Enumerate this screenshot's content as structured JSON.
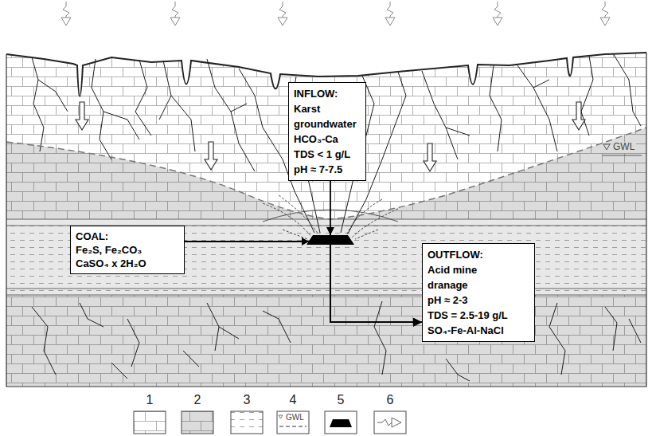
{
  "diagram": {
    "nodes": [
      {
        "text": [
          "INFLOW:",
          "Karst groundwater",
          "HCO₃-Ca",
          "TDS < 1 g/L",
          "pH ≈ 7-7.5"
        ]
      },
      {
        "text": [
          "COAL:",
          "Fe₂S, Fe₂CO₃",
          "CaSO₄ x 2H₂O"
        ]
      },
      {
        "text": [
          "OUTFLOW:",
          "Acid mine dranage",
          "pH ≈ 2-3",
          "TDS = 2.5-19 g/L",
          "SO₄-Fe-Al-NaCl"
        ]
      }
    ],
    "edges": [
      {
        "from": 0,
        "to": 2,
        "arrow": "to"
      },
      {
        "from": 1,
        "to": 2,
        "arrow": "to"
      }
    ],
    "labels": [
      "GWL",
      "GWL"
    ],
    "legend": [
      {
        "text": "1"
      },
      {
        "text": "2"
      },
      {
        "text": "3"
      },
      {
        "text": "4"
      },
      {
        "text": "5"
      },
      {
        "text": "6"
      }
    ]
  }
}
